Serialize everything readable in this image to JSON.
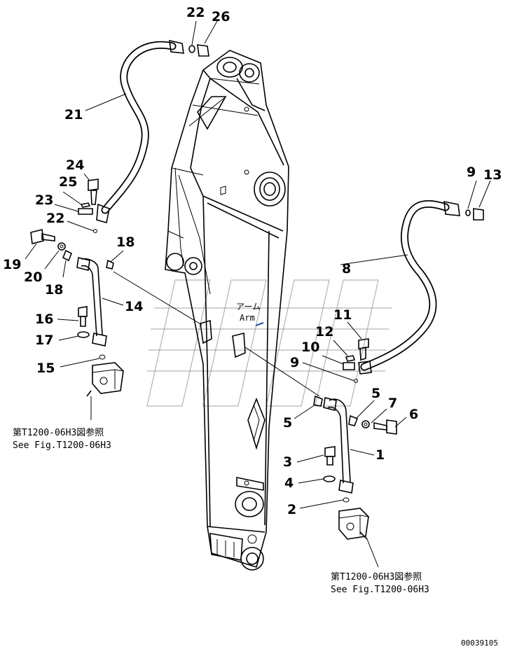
{
  "component": "Arm",
  "component_jp": "アーム",
  "doc_number": "00039105",
  "fig_ref_top": {
    "jp": "第T1200-06H3図参照",
    "en": "See Fig.T1200-06H3"
  },
  "fig_ref_bottom": {
    "jp": "第T1200-06H3図参照",
    "en": "See Fig.T1200-06H3"
  },
  "callouts": [
    {
      "id": "c22a",
      "label": "22"
    },
    {
      "id": "c26",
      "label": "26"
    },
    {
      "id": "c21",
      "label": "21"
    },
    {
      "id": "c24",
      "label": "24"
    },
    {
      "id": "c25",
      "label": "25"
    },
    {
      "id": "c23",
      "label": "23"
    },
    {
      "id": "c22b",
      "label": "22"
    },
    {
      "id": "c19",
      "label": "19"
    },
    {
      "id": "c20",
      "label": "20"
    },
    {
      "id": "c18a",
      "label": "18"
    },
    {
      "id": "c18b",
      "label": "18"
    },
    {
      "id": "c14",
      "label": "14"
    },
    {
      "id": "c16",
      "label": "16"
    },
    {
      "id": "c17",
      "label": "17"
    },
    {
      "id": "c15",
      "label": "15"
    },
    {
      "id": "c9a",
      "label": "9"
    },
    {
      "id": "c13",
      "label": "13"
    },
    {
      "id": "c8",
      "label": "8"
    },
    {
      "id": "c11",
      "label": "11"
    },
    {
      "id": "c12",
      "label": "12"
    },
    {
      "id": "c10",
      "label": "10"
    },
    {
      "id": "c9b",
      "label": "9"
    },
    {
      "id": "c5a",
      "label": "5"
    },
    {
      "id": "c5b",
      "label": "5"
    },
    {
      "id": "c7",
      "label": "7"
    },
    {
      "id": "c6",
      "label": "6"
    },
    {
      "id": "c1",
      "label": "1"
    },
    {
      "id": "c3",
      "label": "3"
    },
    {
      "id": "c4",
      "label": "4"
    },
    {
      "id": "c2",
      "label": "2"
    }
  ]
}
